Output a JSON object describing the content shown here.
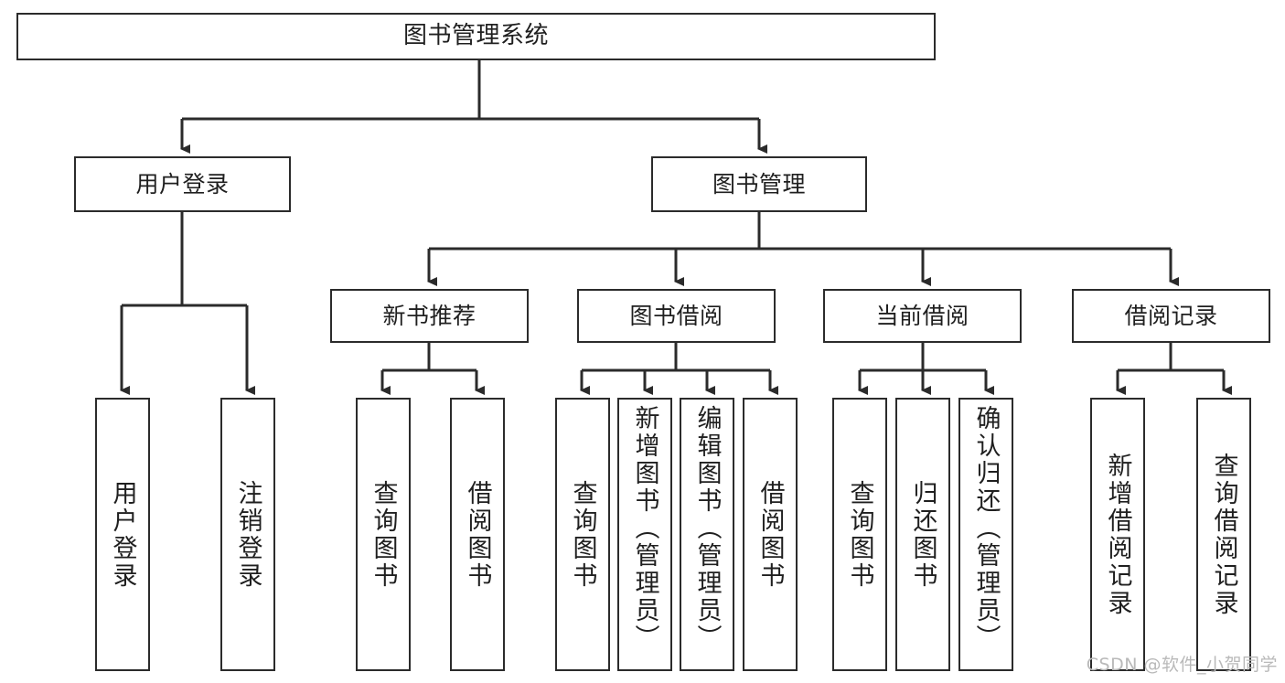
{
  "diagram": {
    "title": "图书管理系统",
    "type": "tree",
    "watermark": "CSDN @软件_小贺同学",
    "stroke_color": "#2b2b2b",
    "fill_color": "#ffffff",
    "text_color": "#1f1f1f"
  },
  "nodes": {
    "root": {
      "label": "图书管理系统"
    },
    "level2": [
      {
        "id": "user_login",
        "label": "用户登录"
      },
      {
        "id": "book_manage",
        "label": "图书管理"
      }
    ],
    "level3": [
      {
        "id": "new_book_rec",
        "label": "新书推荐"
      },
      {
        "id": "book_borrow",
        "label": "图书借阅"
      },
      {
        "id": "current_borrow",
        "label": "当前借阅"
      },
      {
        "id": "borrow_record",
        "label": "借阅记录"
      }
    ],
    "leaves": {
      "user_login": [
        {
          "id": "leaf_user_login",
          "label": "用户登录"
        },
        {
          "id": "leaf_logout",
          "label": "注销登录"
        }
      ],
      "new_book_rec": [
        {
          "id": "leaf_query_book_1",
          "label": "查询图书"
        },
        {
          "id": "leaf_borrow_book_1",
          "label": "借阅图书"
        }
      ],
      "book_borrow": [
        {
          "id": "leaf_query_book_2",
          "label": "查询图书"
        },
        {
          "id": "leaf_add_book",
          "label": "新增图书（管理员）"
        },
        {
          "id": "leaf_edit_book",
          "label": "编辑图书（管理员）"
        },
        {
          "id": "leaf_borrow_book_2",
          "label": "借阅图书"
        }
      ],
      "current_borrow": [
        {
          "id": "leaf_query_book_3",
          "label": "查询图书"
        },
        {
          "id": "leaf_return_book",
          "label": "归还图书"
        },
        {
          "id": "leaf_confirm_return",
          "label": "确认归还（管理员）"
        }
      ],
      "borrow_record": [
        {
          "id": "leaf_add_record",
          "label": "新增借阅记录"
        },
        {
          "id": "leaf_query_record",
          "label": "查询借阅记录"
        }
      ]
    }
  }
}
